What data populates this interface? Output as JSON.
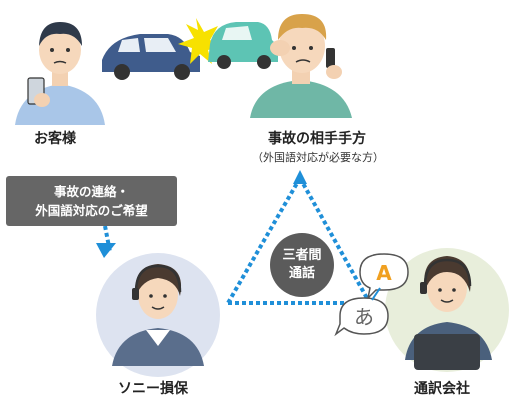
{
  "labels": {
    "customer": "お客様",
    "counterparty": "事故の相手手方",
    "counterparty_note": "（外国語対応が必要な方）",
    "sony": "ソニー損保",
    "interpreter": "通訳会社"
  },
  "callout": {
    "line1": "事故の連絡・",
    "line2": "外国語対応のご希望"
  },
  "badge": {
    "line1": "三者間",
    "line2": "通話"
  },
  "translation": {
    "letter_a": "A",
    "letter_jp": "あ"
  },
  "icons": [
    "smartphone-icon",
    "car-crash-icon",
    "headset-icon",
    "speech-bubble-icon"
  ],
  "colors": {
    "accent_blue": "#1f8fd8",
    "callout_bg": "#666666",
    "circle_bg": "#dde3f0",
    "circle_bg_right": "#e8eedb"
  }
}
